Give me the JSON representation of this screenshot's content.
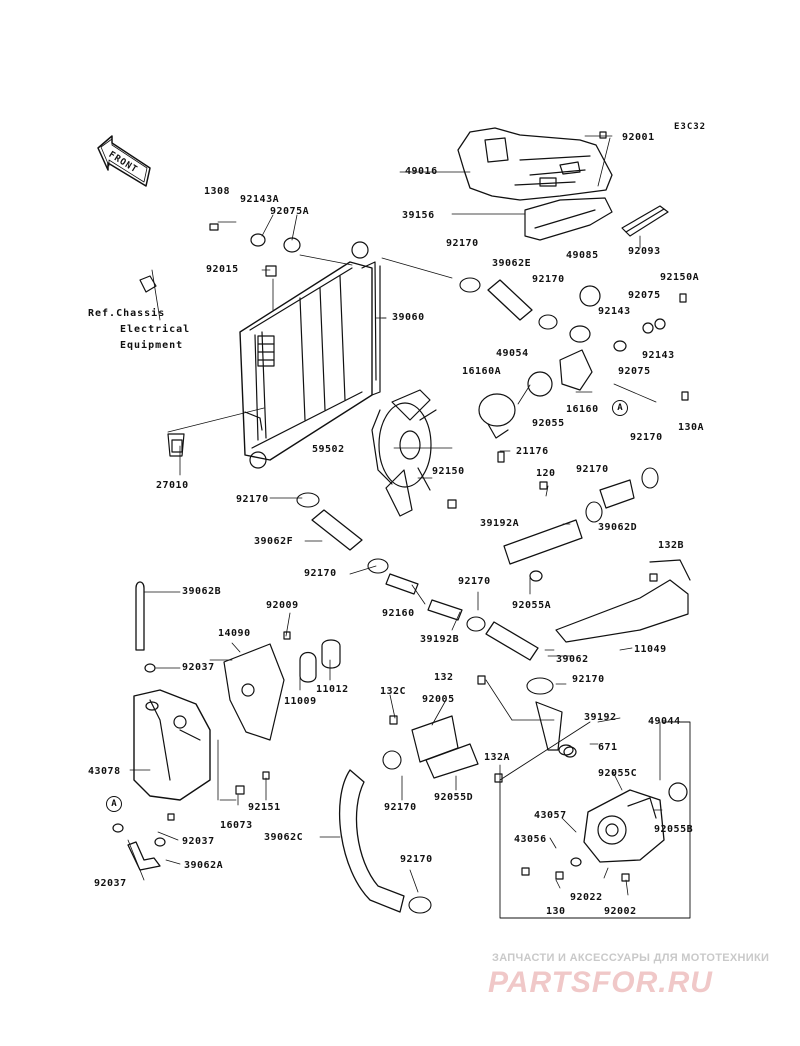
{
  "diagram": {
    "code": "E3C32",
    "front_label": "FRONT",
    "reference_note": [
      "Ref.Chassis",
      "Electrical",
      "Equipment"
    ],
    "callout_marker": "A"
  },
  "parts": [
    "92001",
    "49016",
    "39156",
    "92093",
    "92170",
    "39062E",
    "49085",
    "92150A",
    "1308",
    "92143A",
    "92075A",
    "92015",
    "92170",
    "92075",
    "92143",
    "39060",
    "92143",
    "49054",
    "92075",
    "16160A",
    "16160",
    "92055",
    "130A",
    "59502",
    "21176",
    "27010",
    "92150",
    "92170",
    "120",
    "92170",
    "92170",
    "39192A",
    "39062D",
    "132B",
    "39062F",
    "92170",
    "39062B",
    "92009",
    "92160",
    "92170",
    "92055A",
    "39192B",
    "14090",
    "11049",
    "11012",
    "39062",
    "92037",
    "11009",
    "92170",
    "132",
    "132C",
    "92005",
    "39192",
    "49044",
    "43078",
    "671",
    "132A",
    "92055C",
    "92170",
    "92151",
    "43057",
    "92055D",
    "92055B",
    "16073",
    "43056",
    "92037",
    "39062C",
    "92037",
    "39062A",
    "92170",
    "92022",
    "130",
    "92002"
  ],
  "watermark": {
    "tagline": "ЗАПЧАСТИ И АКСЕССУАРЫ ДЛЯ МОТОТЕХНИКИ",
    "brand": "PARTSFOR.RU"
  }
}
